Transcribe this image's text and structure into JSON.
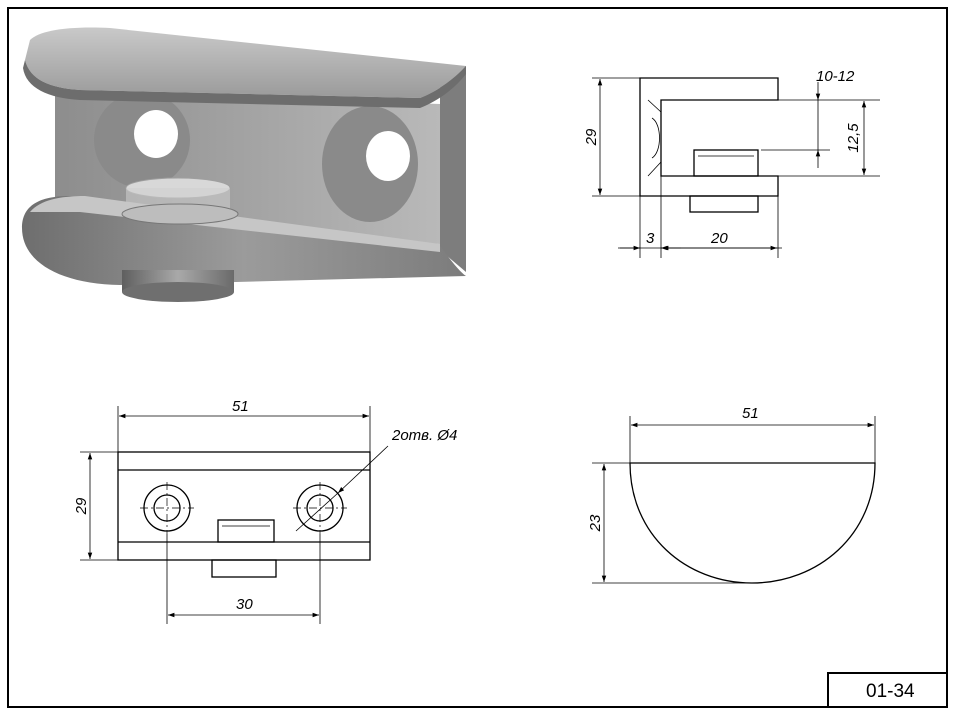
{
  "drawing": {
    "code": "01-34",
    "side_view": {
      "height": "29",
      "glass": "10-12",
      "inner": "12,5",
      "wall": "3",
      "depth": "20"
    },
    "front_view": {
      "width": "51",
      "height": "29",
      "holes": "2отв. Ø4",
      "spacing": "30"
    },
    "top_view": {
      "width": "51",
      "depth": "23"
    }
  },
  "colors": {
    "metal": "#8c8c8c",
    "line": "#000000",
    "paper": "#ffffff"
  }
}
